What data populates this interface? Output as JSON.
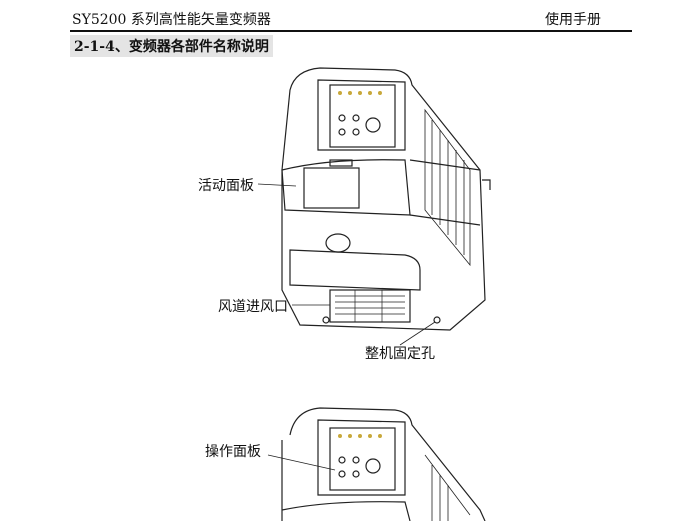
{
  "header": {
    "title": "SY5200 系列高性能矢量变频器",
    "right": "使用手册"
  },
  "section": {
    "heading": "2-1-4、变频器各部件名称说明"
  },
  "figure1": {
    "labels": {
      "panel": "活动面板",
      "vent": "风道进风口",
      "mount": "整机固定孔"
    }
  },
  "figure2": {
    "labels": {
      "panel": "操作面板"
    }
  }
}
